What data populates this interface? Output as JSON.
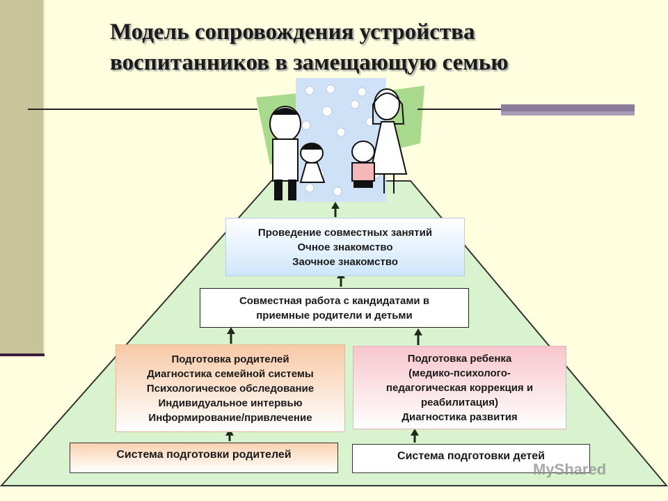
{
  "title": {
    "line1": "Модель сопровождения устройства",
    "line2": "воспитанников в замещающую семью"
  },
  "boxes": {
    "joint_classes": [
      "Проведение совместных занятий",
      "Очное знакомство",
      "Заочное знакомство"
    ],
    "joint_work": [
      "Совместная работа с кандидатами в",
      "приемные родители и детьми"
    ],
    "parent_prep": [
      "Подготовка родителей",
      "Диагностика семейной системы",
      "Психологическое обследование",
      "Индивидуальное интервью",
      "Информирование/привлечение"
    ],
    "child_prep": [
      "Подготовка ребенка",
      "(медико-психолого-",
      "педагогическая коррекция и",
      "реабилитация)",
      "Диагностика развития"
    ],
    "parent_system": "Система подготовки родителей",
    "child_system": "Система подготовки детей"
  },
  "watermark": "MyShared",
  "colors": {
    "background": "#ffffe0",
    "pyramid": "#d9f3cf",
    "left_bar": "#c8c49a",
    "arrow": "#1f2a1a"
  },
  "icons": [
    "family-illustration-icon",
    "arrow-up-icon"
  ]
}
